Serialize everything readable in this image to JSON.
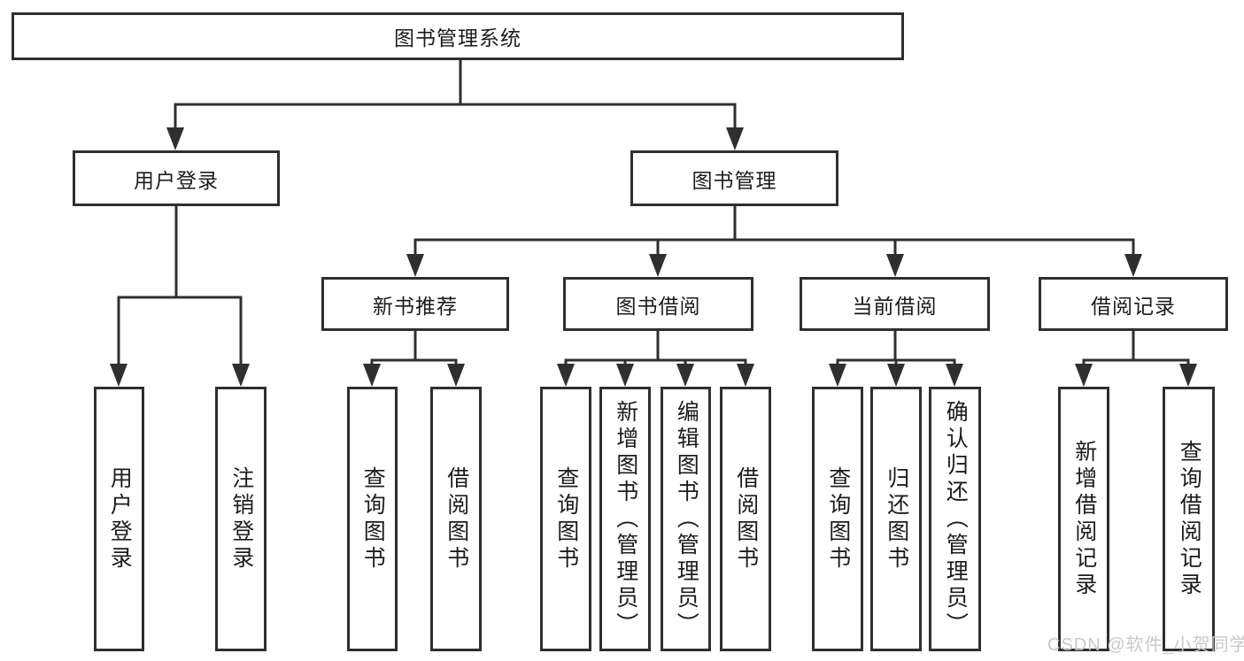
{
  "diagram_title": "图书管理系统",
  "colors": {
    "line": "#2f2f2f",
    "box_border": "#2f2f2f",
    "text": "#1c1c1c",
    "watermark": "#c6c6c6",
    "background": "#ffffff"
  },
  "tree": {
    "root": {
      "label": "图书管理系统",
      "children": [
        {
          "label": "用户登录",
          "children": [
            {
              "label": "用户登录"
            },
            {
              "label": "注销登录"
            }
          ]
        },
        {
          "label": "图书管理",
          "children": [
            {
              "label": "新书推荐",
              "children": [
                {
                  "label": "查询图书"
                },
                {
                  "label": "借阅图书"
                }
              ]
            },
            {
              "label": "图书借阅",
              "children": [
                {
                  "label": "查询图书"
                },
                {
                  "label": "新增图书（管理员）"
                },
                {
                  "label": "编辑图书（管理员）"
                },
                {
                  "label": "借阅图书"
                }
              ]
            },
            {
              "label": "当前借阅",
              "children": [
                {
                  "label": "查询图书"
                },
                {
                  "label": "归还图书"
                },
                {
                  "label": "确认归还（管理员）"
                }
              ]
            },
            {
              "label": "借阅记录",
              "children": [
                {
                  "label": "新增借阅记录"
                },
                {
                  "label": "查询借阅记录"
                }
              ]
            }
          ]
        }
      ]
    }
  },
  "watermark": {
    "text": "CSDN @软件_小贺同学"
  }
}
